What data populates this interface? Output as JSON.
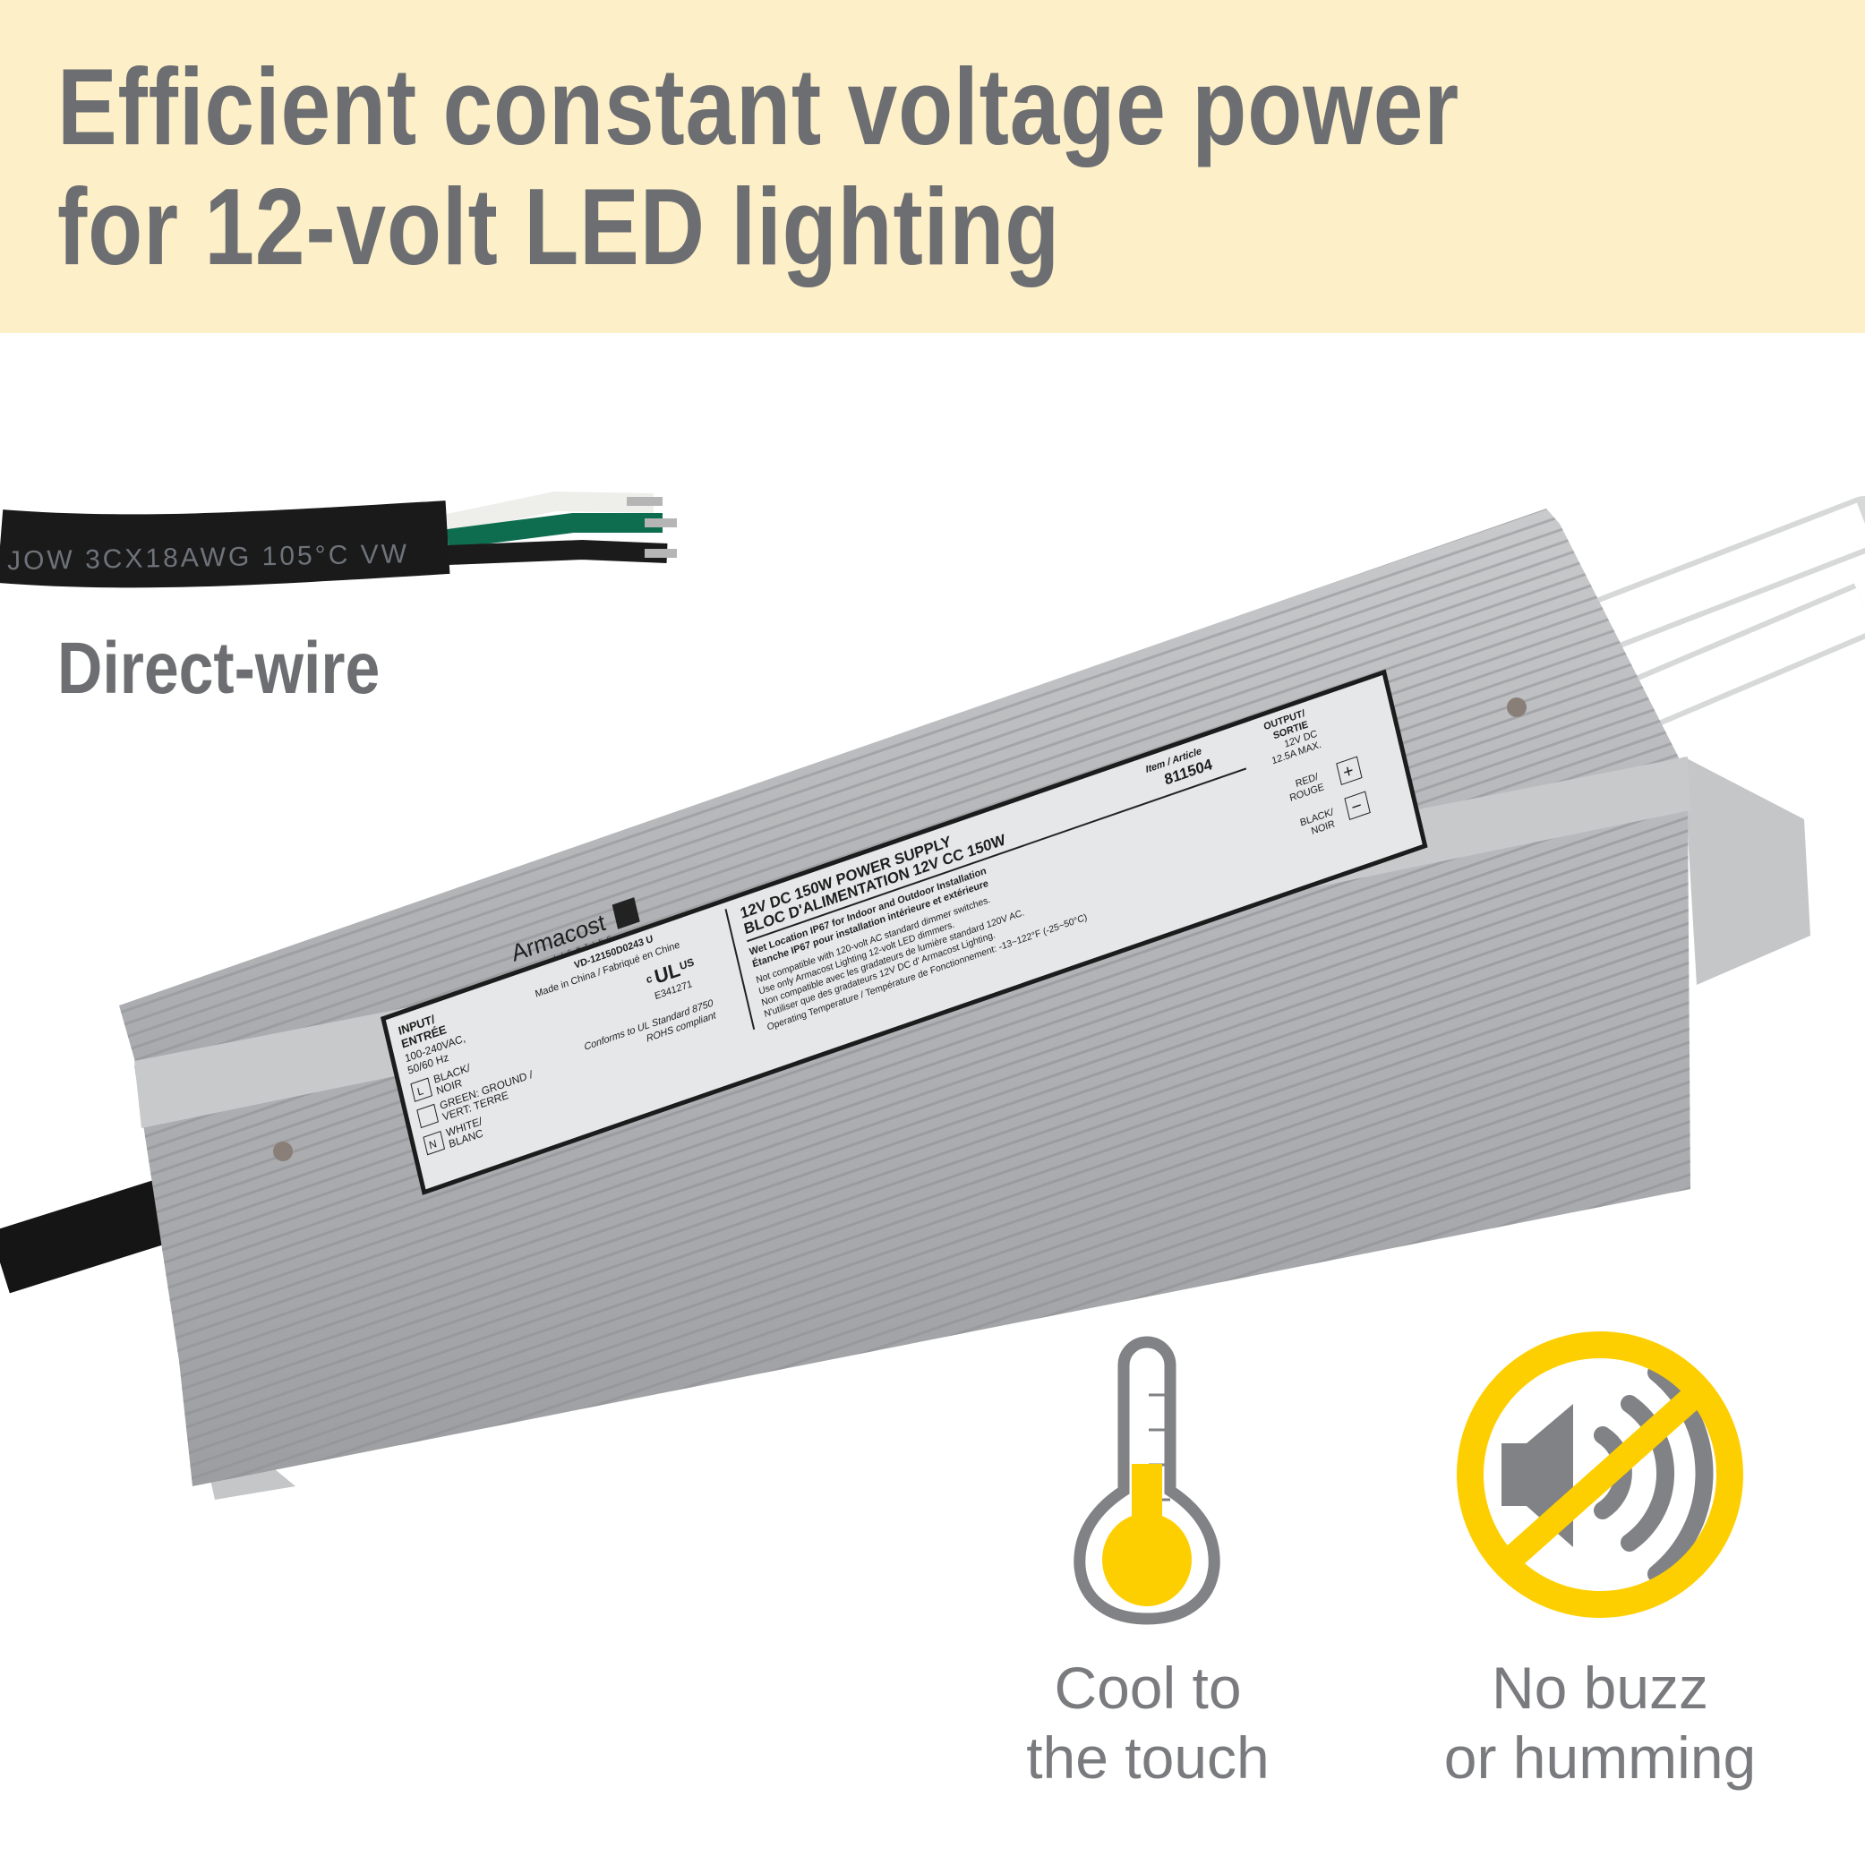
{
  "header": {
    "title_line1": "Efficient constant voltage power",
    "title_line2": "for 12-volt LED lighting",
    "background_color": "#fdf0c9",
    "text_color": "#6d6e71"
  },
  "input_cable": {
    "label": "Direct-wire",
    "jacket_print": "JOW  3CX18AWG  105°C  VW"
  },
  "product_label": {
    "input_heading": "INPUT/",
    "input_heading_fr": "ENTRÉE",
    "input_voltage": "100-240VAC,",
    "input_freq": "50/60 Hz",
    "line_symbol": "L",
    "line_wire": "BLACK/",
    "line_wire_fr": "NOIR",
    "ground_wire": "GREEN: GROUND /",
    "ground_wire_fr": "VERT: TERRE",
    "neutral_symbol": "N",
    "neutral_wire": "WHITE/",
    "neutral_wire_fr": "BLANC",
    "brand": "Armacost",
    "brand_sub": "L I G H T I N G",
    "model": "VD-12150D0243 U",
    "origin": "Made in China / Fabriqué en Chine",
    "cert_c": "c",
    "cert_ul": "UL",
    "cert_us": "US",
    "cert_number": "E341271",
    "standard": "Conforms to UL Standard 8750",
    "rohs": "ROHS compliant",
    "title_en": "12V DC 150W POWER SUPPLY",
    "title_fr": "BLOC D'ALIMENTATION 12V CC 150W",
    "wet_en": "Wet Location IP67 for Indoor and Outdoor Installation",
    "wet_fr": "Étanche IP67 pour installation intérieure et extérieure",
    "note1": "Not compatible with 120-volt AC standard dimmer switches.",
    "note2": "Use only Armacost Lighting 12-volt LED dimmers.",
    "note3": "Non compatible avec les gradateurs de lumière standard 120V AC.",
    "note4": "N'utiliser que des gradateurs 12V DC d' Armacost Lighting.",
    "note5": "Operating Temperature / Température de Fonctionnement: -13~122°F (-25~50°C)",
    "item_label": "Item / Article",
    "item_number": "811504",
    "output_heading": "OUTPUT/",
    "output_heading_fr": "SORTIE",
    "output_voltage": "12V DC",
    "output_current": "12.5A MAX.",
    "red_wire": "RED/",
    "red_wire_fr": "ROUGE",
    "plus_symbol": "+",
    "black_wire": "BLACK/",
    "black_wire_fr": "NOIR",
    "minus_symbol": "−"
  },
  "features": [
    {
      "icon": "thermometer-icon",
      "line1": "Cool to",
      "line2": "the touch"
    },
    {
      "icon": "no-sound-icon",
      "line1": "No buzz",
      "line2": "or humming"
    }
  ],
  "colors": {
    "accent_yellow": "#fecf00",
    "icon_gray": "#818285"
  }
}
